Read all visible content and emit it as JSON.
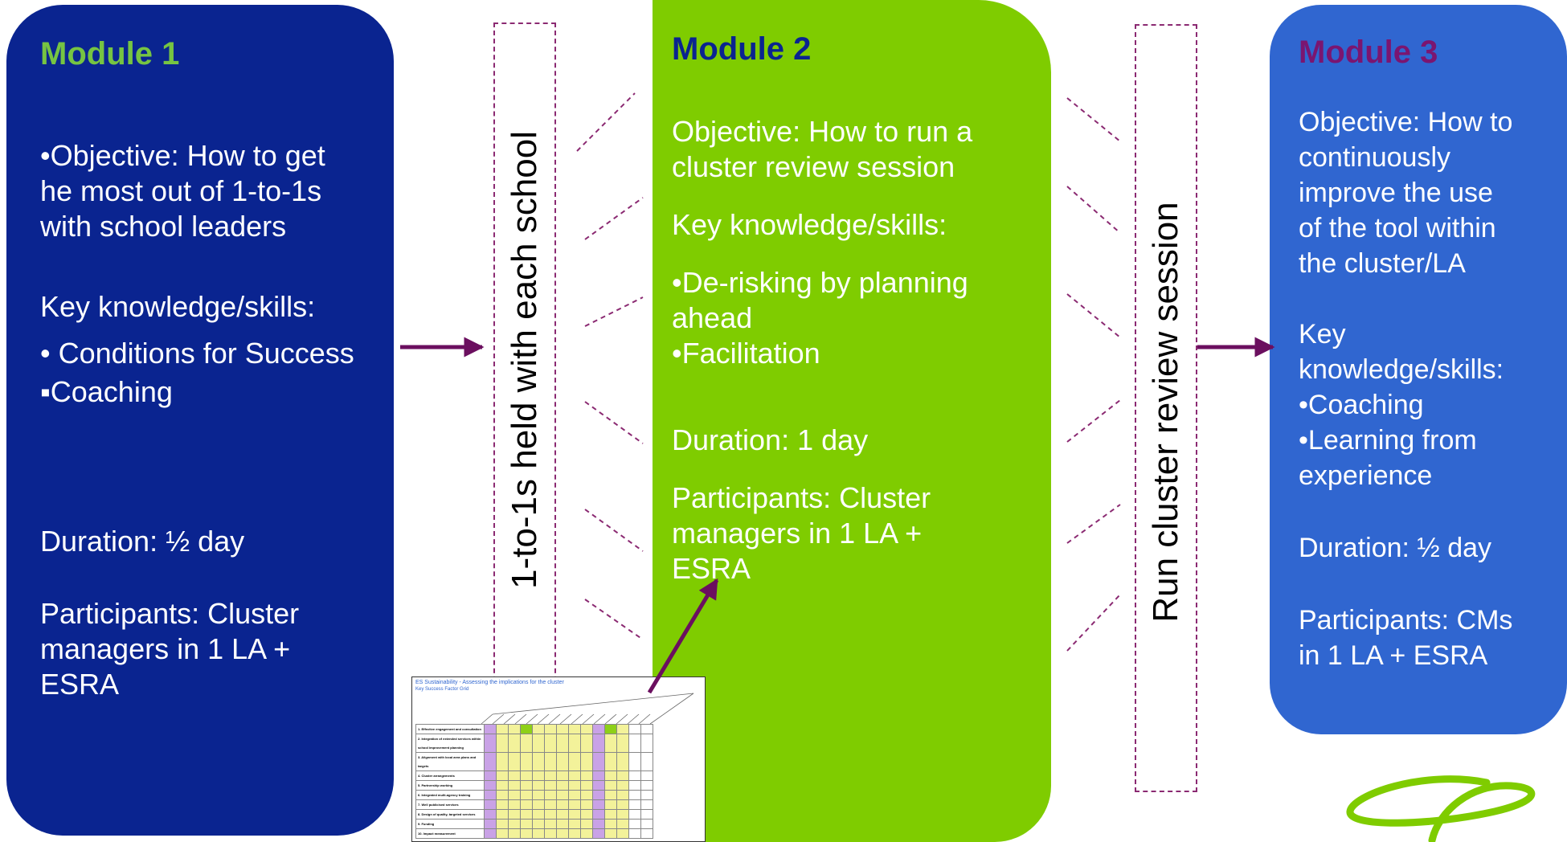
{
  "module1": {
    "title": "Module 1",
    "objective": "•Objective: How to get\nhe most out of 1-to-1s\nwith school leaders",
    "skills_heading": "Key knowledge/skills:",
    "skill_1": "• Conditions for Success",
    "skill_2": "▪Coaching",
    "duration": "Duration: ½ day",
    "participants": "Participants: Cluster\nmanagers in 1 LA +\nESRA",
    "background": "#0a2490",
    "title_color": "#76c442"
  },
  "step1": {
    "label": "1-to-1s held with each school"
  },
  "module2": {
    "title": "Module 2",
    "objective": "Objective: How to run a\ncluster review session",
    "skills_heading": "Key knowledge/skills:",
    "skills": "•De-risking by planning\nahead\n•Facilitation",
    "duration": "Duration: 1 day",
    "participants": "Participants: Cluster\nmanagers in 1 LA +\nESRA",
    "background": "#7fcc00",
    "title_color": "#0a2490"
  },
  "step2": {
    "label": "Run cluster review session"
  },
  "module3": {
    "title": "Module 3",
    "objective": "Objective: How to\ncontinuously\nimprove the use\nof the tool within\nthe cluster/LA",
    "skills": "Key\nknowledge/skills:\n•Coaching\n•Learning from\nexperience",
    "duration": "Duration: ½ day",
    "participants": "Participants: CMs\nin 1 LA + ESRA",
    "background": "#3066d0",
    "title_color": "#7b1570"
  },
  "thumbnail": {
    "title": "ES Sustainability - Assessing the implications for the cluster",
    "subtitle": "Key Success Factor Grid",
    "rows": [
      "1. Effective engagement and consultation",
      "2. Integration of extended services within school improvement planning",
      "3. Alignment with local area plans and targets",
      "4. Cluster arrangements",
      "5. Partnership working",
      "6. Integrated multi-agency training",
      "7. Well publicised services",
      "8. Design of quality, targeted services",
      "9. Funding",
      "10. Impact measurement"
    ]
  },
  "colors": {
    "arrow": "#6b0f5f",
    "dashed": "#8b2a72",
    "logo": "#7fcc00"
  }
}
